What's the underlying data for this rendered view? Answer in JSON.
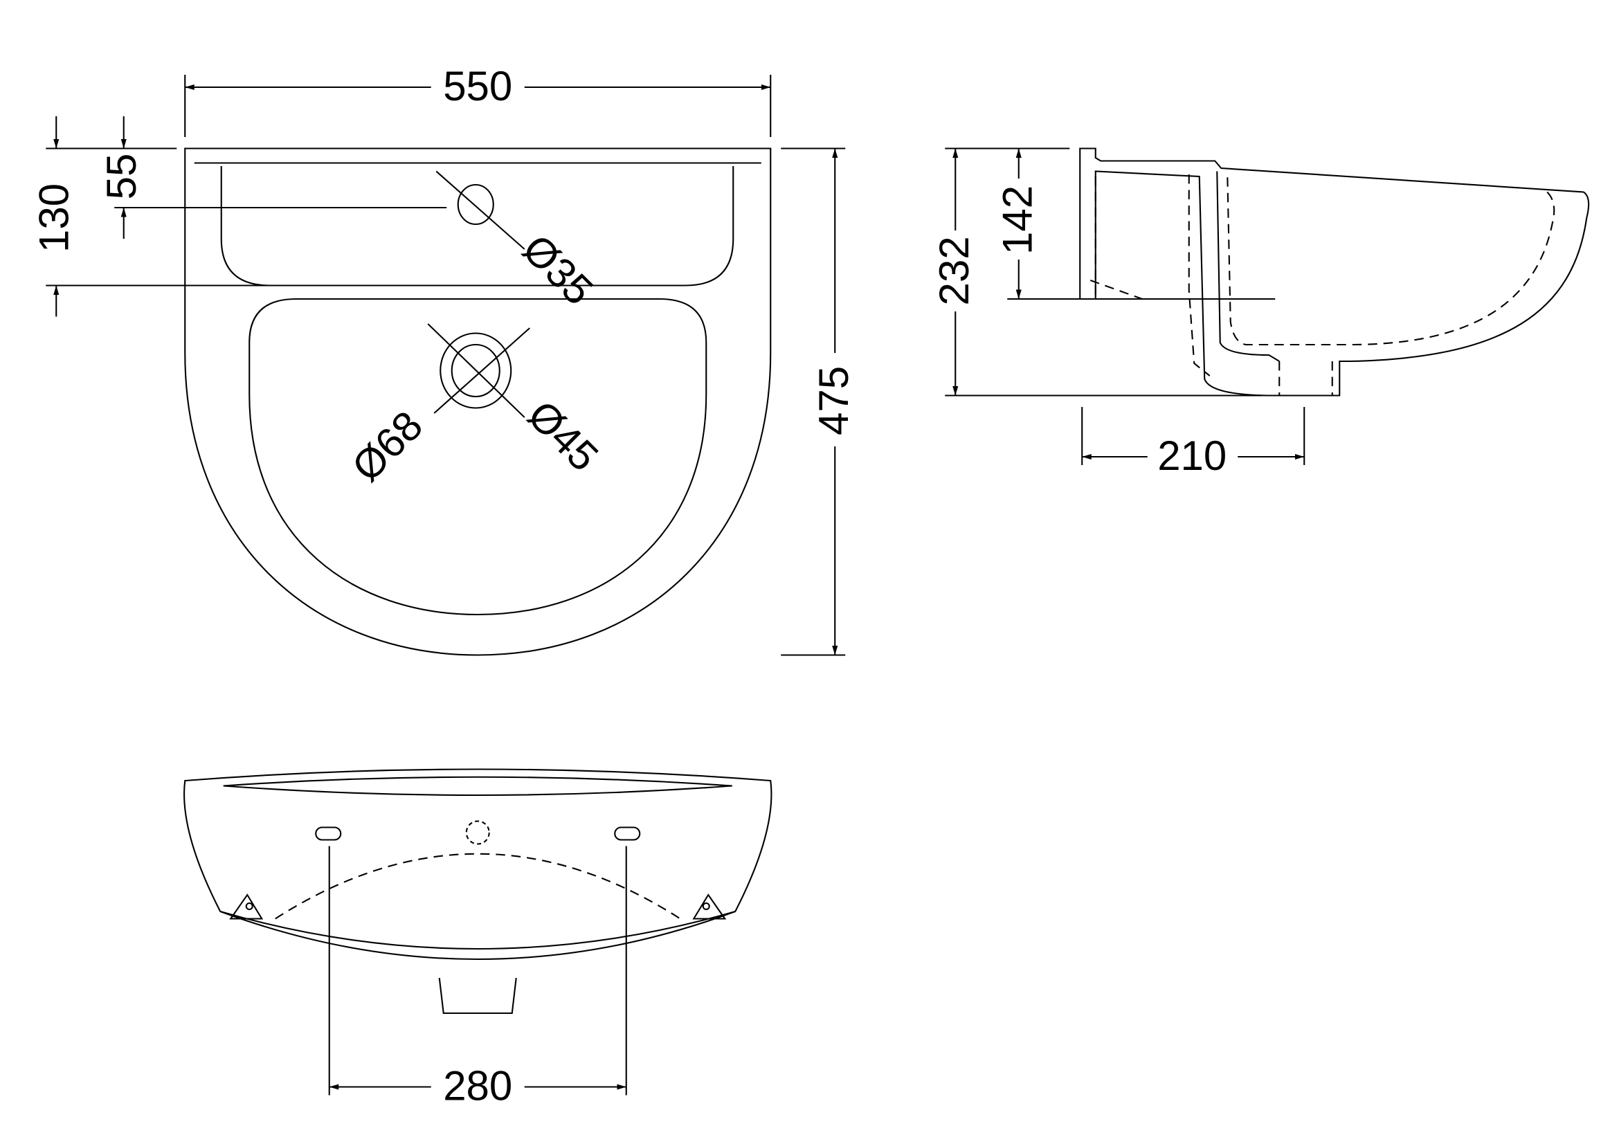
{
  "top_view": {
    "width_label": "550",
    "depth_label": "475",
    "tap_offset_label": "130",
    "tap_hole_label": "55",
    "tap_hole_diameter_label": "Ø35",
    "waste_outer_label": "Ø68",
    "waste_inner_label": "Ø45"
  },
  "side_view": {
    "height_label": "232",
    "bowl_height_label": "142",
    "projection_label": "210"
  },
  "front_view": {
    "fixing_centres_label": "280"
  },
  "colors": {
    "line": "#000000",
    "background": "#ffffff"
  }
}
